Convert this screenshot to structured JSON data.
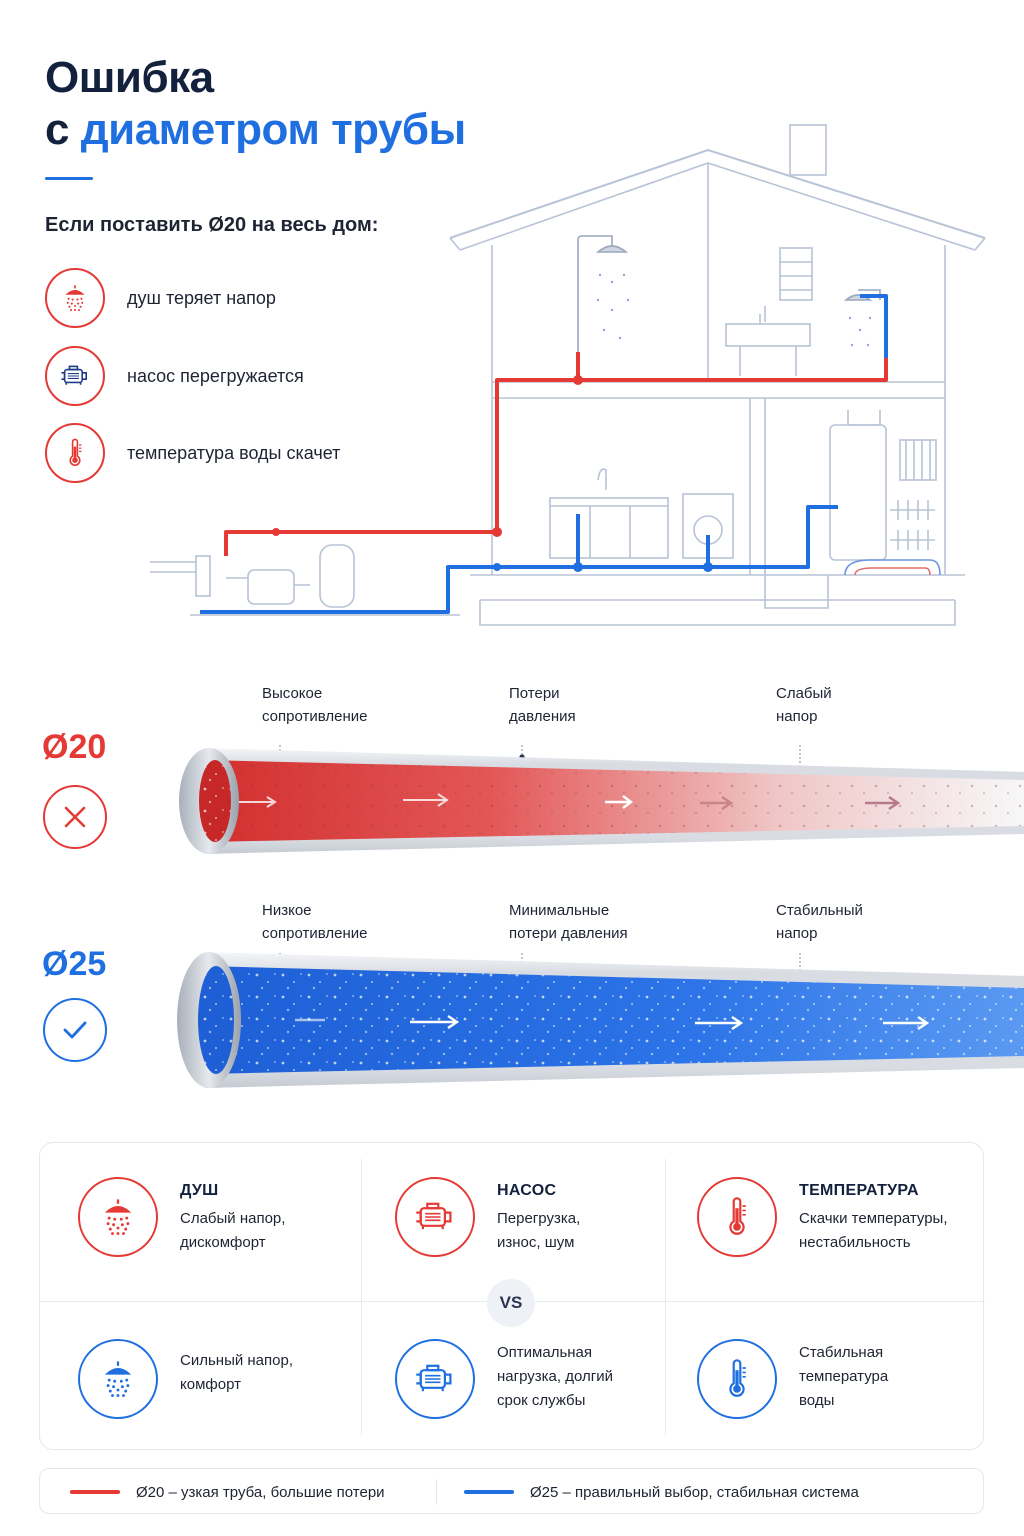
{
  "header": {
    "title_line1": "Ошибка",
    "title_line2_prefix": "с",
    "title_line2_accent": "диаметром трубы",
    "subtitle": "Если поставить Ø20 на весь дом:"
  },
  "issues": [
    {
      "icon": "shower-icon",
      "label": "душ теряет напор"
    },
    {
      "icon": "pump-icon",
      "label": "насос перегружается"
    },
    {
      "icon": "thermometer-icon",
      "label": "температура воды скачет"
    }
  ],
  "pipes": {
    "bad": {
      "diameter": "Ø20",
      "status_icon": "cross-icon",
      "labels": [
        {
          "line1": "Высокое",
          "line2": "сопротивление"
        },
        {
          "line1": "Потери",
          "line2": "давления"
        },
        {
          "line1": "Слабый",
          "line2": "напор"
        }
      ]
    },
    "good": {
      "diameter": "Ø25",
      "status_icon": "check-icon",
      "labels": [
        {
          "line1": "Низкое",
          "line2": "сопротивление"
        },
        {
          "line1": "Минимальные",
          "line2": "потери давления"
        },
        {
          "line1": "Стабильный",
          "line2": "напор"
        }
      ]
    }
  },
  "comparison": {
    "vs": "VS",
    "bad": [
      {
        "icon": "shower-icon",
        "heading": "ДУШ",
        "line1": "Слабый напор,",
        "line2": "дискомфорт"
      },
      {
        "icon": "pump-icon",
        "heading": "НАСОС",
        "line1": "Перегрузка,",
        "line2": "износ, шум"
      },
      {
        "icon": "thermometer-icon",
        "heading": "ТЕМПЕРАТУРА",
        "line1": "Скачки температуры,",
        "line2": "нестабильность"
      }
    ],
    "good": [
      {
        "icon": "shower-icon",
        "line1": "Сильный напор,",
        "line2": "комфорт",
        "line3": ""
      },
      {
        "icon": "pump-icon",
        "line1": "Оптимальная",
        "line2": "нагрузка, долгий",
        "line3": "срок службы"
      },
      {
        "icon": "thermometer-icon",
        "line1": "Стабильная",
        "line2": "температура",
        "line3": "воды"
      }
    ]
  },
  "legend": {
    "bad": "Ø20 – узкая труба, большие потери",
    "good": "Ø25 – правильный выбор, стабильная система"
  },
  "colors": {
    "red": "#e53935",
    "blue": "#1f6fe0",
    "navy": "#14213d"
  }
}
